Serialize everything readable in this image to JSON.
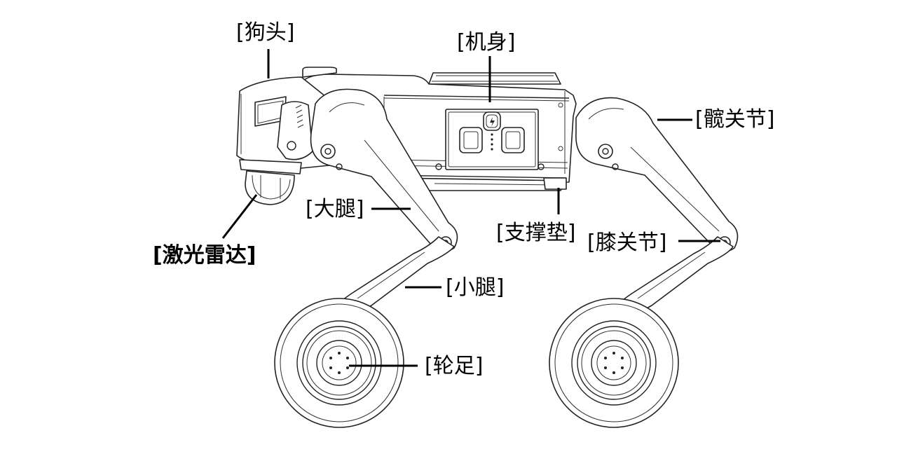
{
  "labels": {
    "head": "[狗头]",
    "body": "[机身]",
    "hip": "[髋关节]",
    "thigh": "[大腿]",
    "pad": "[支撑垫]",
    "knee": "[膝关节]",
    "lidar": "[激光雷达]",
    "shank": "[小腿]",
    "wheel": "[轮足]"
  },
  "colors": {
    "ink": "#000000",
    "background": "#ffffff"
  }
}
